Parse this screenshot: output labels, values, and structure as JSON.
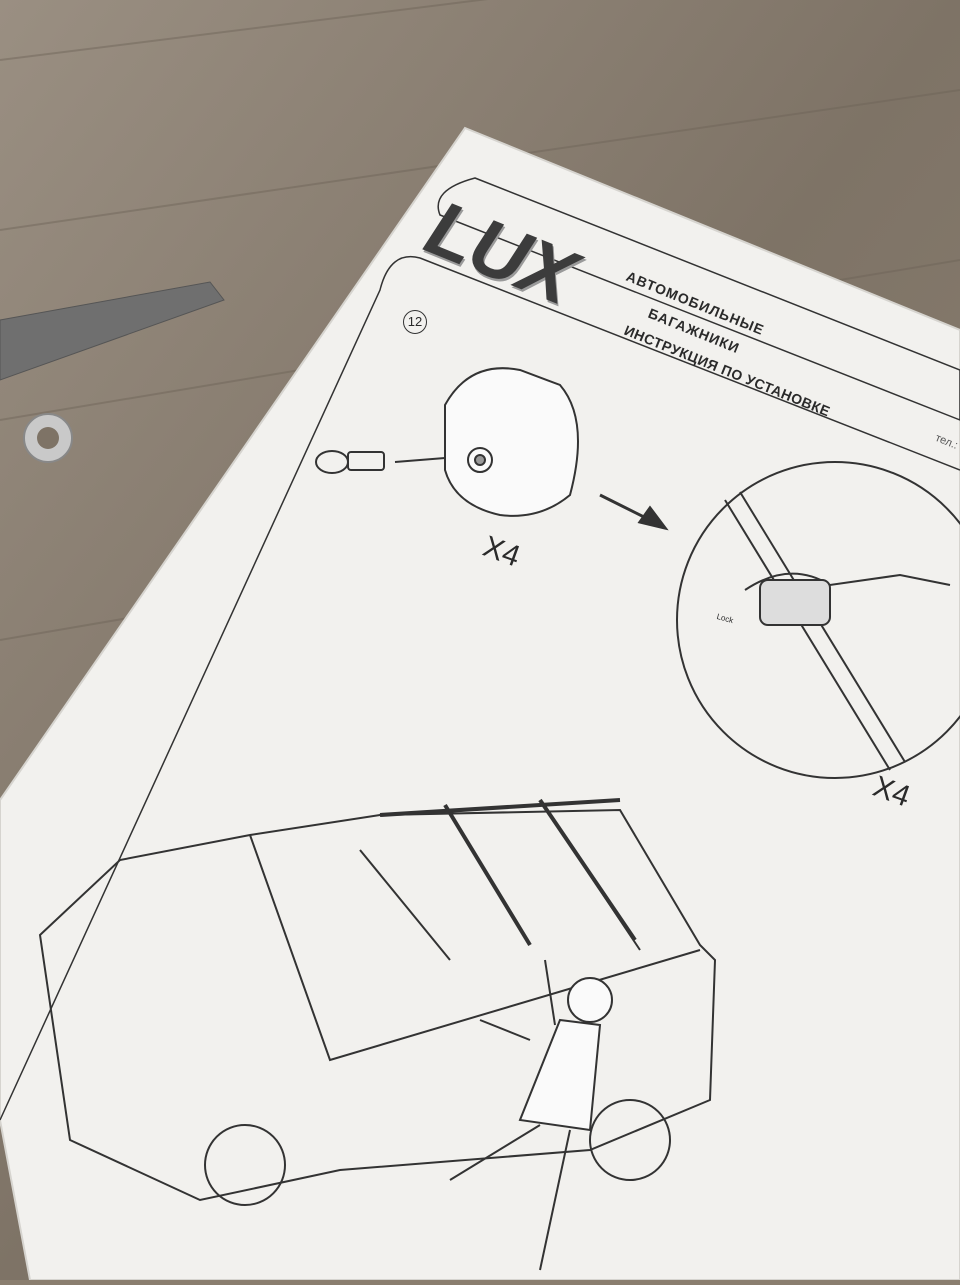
{
  "sheet": {
    "logo": "LUX",
    "subtitle_line1": "АВТОМОБИЛЬНЫЕ",
    "subtitle_line2": "БАГАЖНИКИ",
    "subtitle_line3": "ИНСТРУКЦИЯ ПО УСТАНОВКЕ",
    "phone_label": "тел.:",
    "step_number": "12",
    "qty_key": "X4",
    "qty_detail": "X4",
    "detail_label": "Lock"
  },
  "colors": {
    "floor": "#8a7e6f",
    "paper": "#f2f1ee",
    "ink": "#2a2a2a"
  }
}
